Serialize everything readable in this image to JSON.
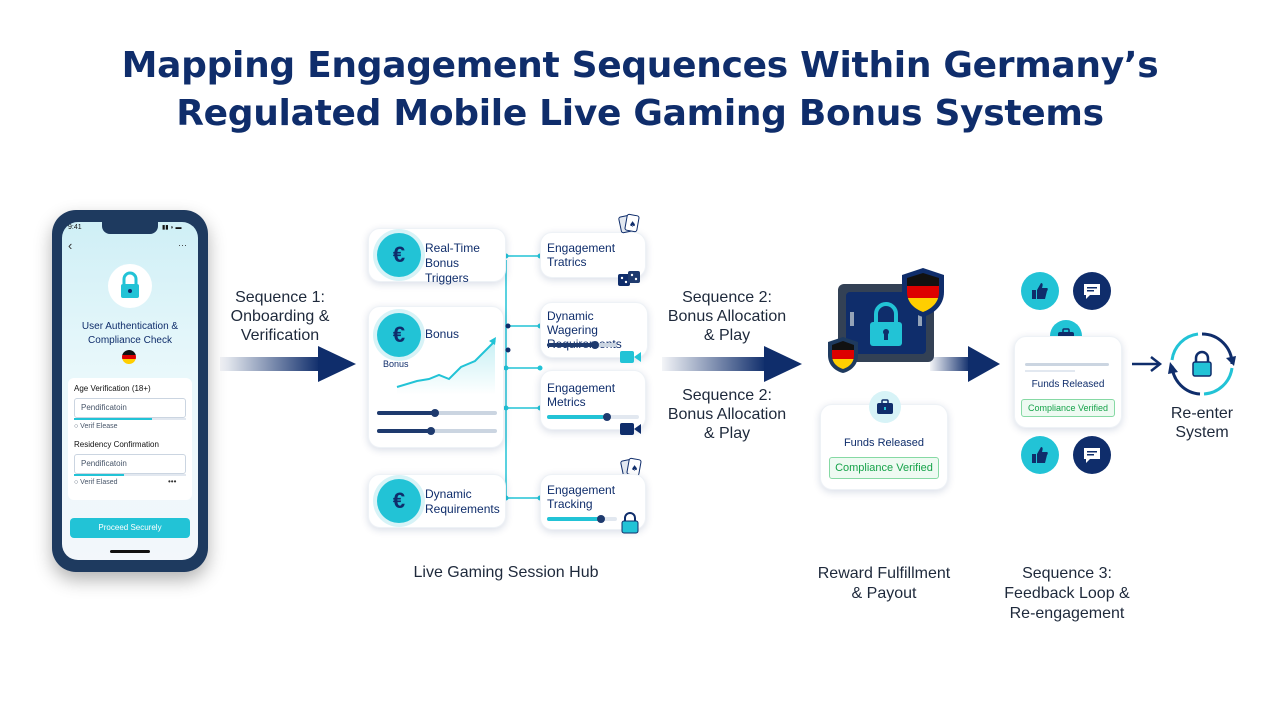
{
  "title": {
    "line1": "Mapping Engagement Sequences Within Germany’s",
    "line2": "Regulated Mobile Live Gaming Bonus Systems"
  },
  "phone": {
    "time": "9:41",
    "status": "▮▮ ◗ ▬",
    "back": "‹",
    "more": "···",
    "heading_line1": "User Authentication &",
    "heading_line2": "Compliance Check",
    "form": {
      "age_label": "Age Verification (18+)",
      "age_input": "Pendificatoin",
      "age_note": "○ Verif Elease",
      "residency_label": "Residency Confirmation",
      "residency_input": "Pendificatoin",
      "residency_note": "○ Verif Elased",
      "residency_more": "•••"
    },
    "button": "Proceed Securely",
    "icons": [
      "lock-icon",
      "germany-flag-icon"
    ]
  },
  "labels": {
    "seq1": [
      "Sequence 1:",
      "Onboarding &",
      "Verification"
    ],
    "seq2a": [
      "Sequence 2:",
      "Bonus Allocation",
      "& Play"
    ],
    "seq2b": [
      "Sequence 2:",
      "Bonus Allocation",
      "& Play"
    ],
    "hub": "Live Gaming Session Hub",
    "reward": [
      "Reward Fulfillment",
      "& Payout"
    ],
    "seq3": [
      "Sequence 3:",
      "Feedback Loop &",
      "Re-engagement"
    ],
    "reenter": [
      "Re-enter",
      "System"
    ]
  },
  "hub": {
    "currency": "€",
    "triggers": [
      "Real-Time",
      "Bonus Triggers"
    ],
    "bonus": "Bonus",
    "bonus_sub": "Bonus",
    "dynamic": [
      "Dynamic",
      "Requirements"
    ],
    "right_cards": [
      {
        "line1": "Engagement",
        "line2": "Tratrics"
      },
      {
        "line1": "Dynamic Wagering",
        "line2": "Requirements"
      },
      {
        "line1": "Engagement",
        "line2": "Metrics"
      },
      {
        "line1": "Engagement",
        "line2": "Tracking"
      }
    ]
  },
  "reward": {
    "funds": "Funds Released",
    "compliance": "Compliance Verified"
  },
  "feedback": {
    "funds": "Funds Released",
    "compliance": "Compliance Verified"
  },
  "colors": {
    "navy": "#0f2d6b",
    "teal": "#22c3d6",
    "green": "#16a34a"
  }
}
